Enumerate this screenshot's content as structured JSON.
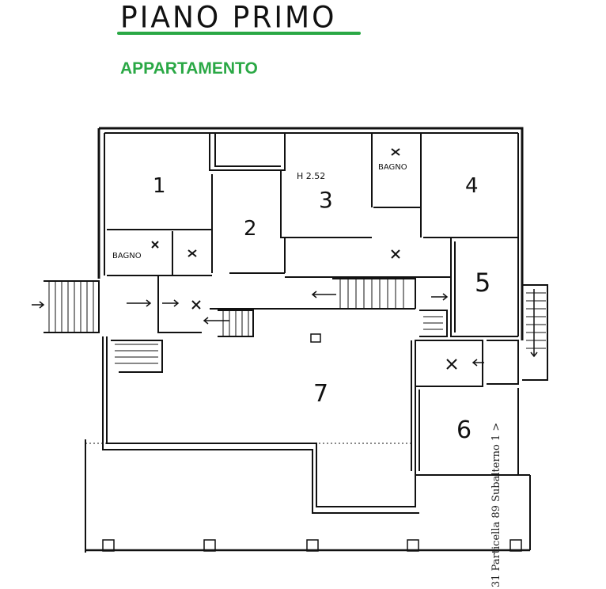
{
  "header": {
    "title": "PIANO   PRIMO",
    "subtitle": "APPARTAMENTO"
  },
  "rooms": {
    "r1": "1",
    "r2": "2",
    "r3": "3",
    "r4": "4",
    "r5": "5",
    "r6": "6",
    "r7": "7",
    "height_label": "H 2.52",
    "bagno_left": "BAGNO",
    "bagno_top": "BAGNO"
  },
  "side_note": "31 Particella 89 Subalterno 1 >",
  "colors": {
    "accent": "#2aa845",
    "ink": "#111111"
  }
}
